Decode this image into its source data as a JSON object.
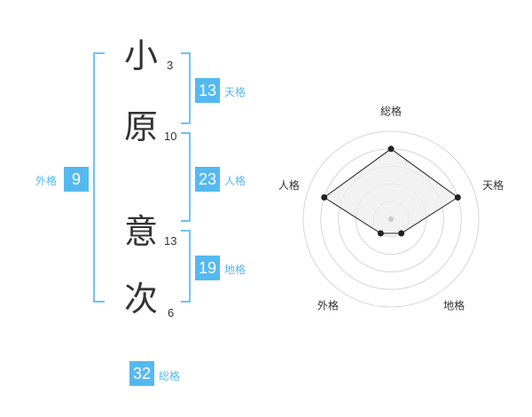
{
  "name": {
    "chars": [
      {
        "char": "小",
        "strokes": "3"
      },
      {
        "char": "原",
        "strokes": "10"
      },
      {
        "char": "意",
        "strokes": "13"
      },
      {
        "char": "次",
        "strokes": "6"
      }
    ]
  },
  "scores": {
    "tenkaku": {
      "value": "13",
      "label": "天格"
    },
    "jinkaku": {
      "value": "23",
      "label": "人格"
    },
    "chikaku": {
      "value": "19",
      "label": "地格"
    },
    "gaikaku": {
      "value": "9",
      "label": "外格"
    },
    "soukaku": {
      "value": "32",
      "label": "総格"
    }
  },
  "colors": {
    "accent": "#55b9f0",
    "bracket": "#6fc3f2",
    "radar_fill": "#eeeeee",
    "radar_line": "#222222",
    "grid": "#d6d6d6"
  },
  "chart_data": {
    "type": "radar",
    "axes": [
      "総格",
      "天格",
      "地格",
      "外格",
      "人格"
    ],
    "values": [
      4,
      4,
      1,
      1,
      4
    ],
    "max": 5,
    "rings": 5
  }
}
